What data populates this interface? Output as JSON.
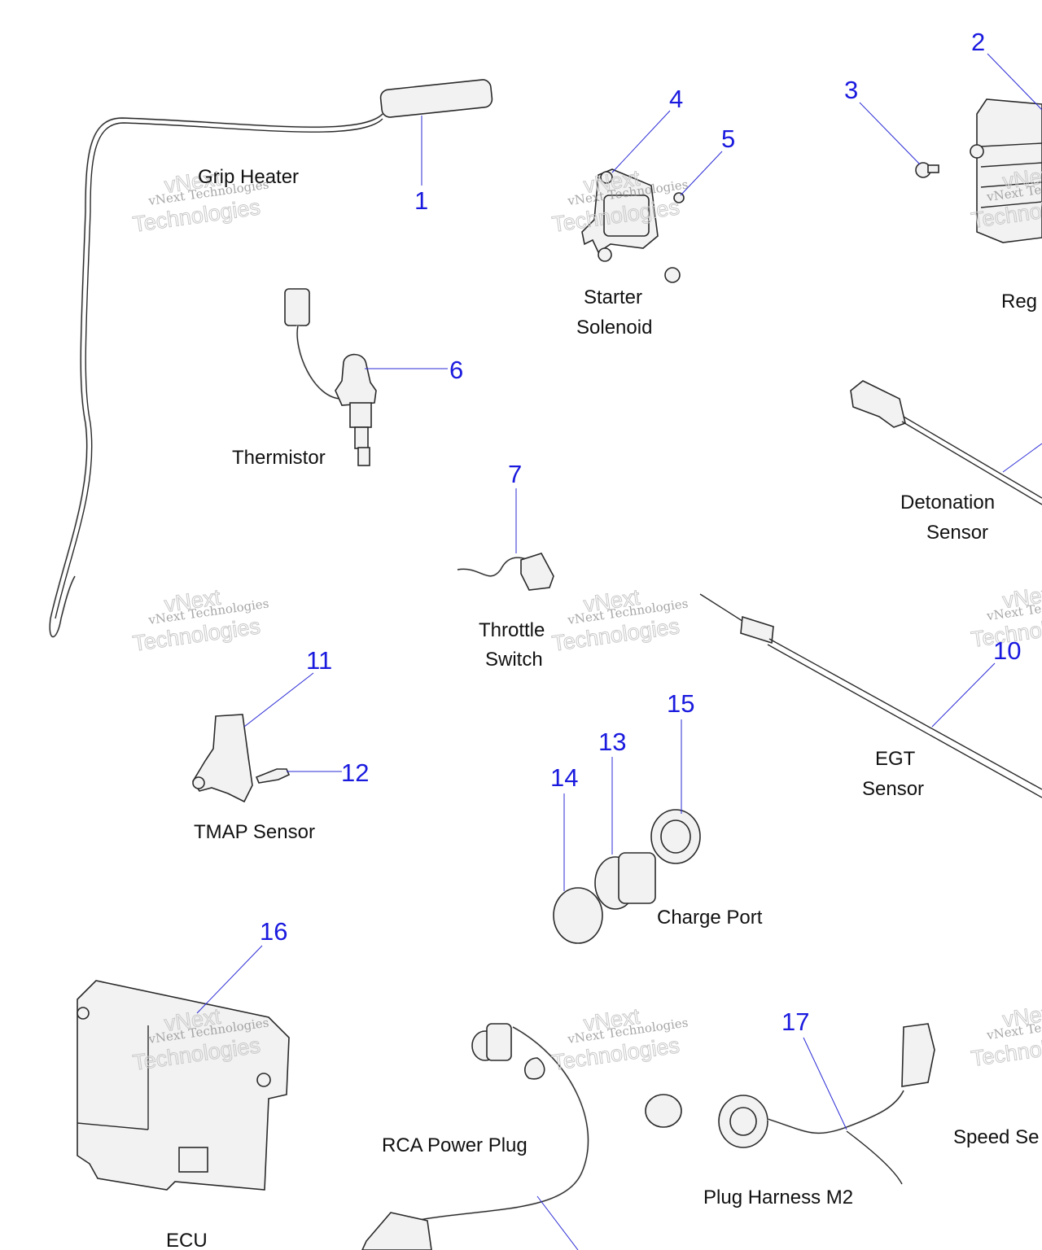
{
  "labels": {
    "grip_heater": "Grip Heater",
    "starter_solenoid_1": "Starter",
    "starter_solenoid_2": "Solenoid",
    "regulator_partial": "Reg",
    "thermistor": "Thermistor",
    "detonation_sensor_1": "Detonation",
    "detonation_sensor_2": "Sensor",
    "throttle_switch_1": "Throttle",
    "throttle_switch_2": "Switch",
    "egt_sensor_1": "EGT",
    "egt_sensor_2": "Sensor",
    "tmap_sensor": "TMAP Sensor",
    "charge_port": "Charge Port",
    "rca_power_plug": "RCA Power Plug",
    "plug_harness_m2": "Plug Harness M2",
    "speed_sensor_partial": "Speed Se",
    "ecu": "ECU"
  },
  "callouts": {
    "n1": "1",
    "n2": "2",
    "n3": "3",
    "n4": "4",
    "n5": "5",
    "n6": "6",
    "n7": "7",
    "n10": "10",
    "n11": "11",
    "n12": "12",
    "n13": "13",
    "n14": "14",
    "n15": "15",
    "n16": "16",
    "n17": "17"
  },
  "watermark": {
    "line1": "vNext Technologies",
    "line2": "vNext",
    "line3": "Technologies"
  },
  "colors": {
    "callout": "#1a1adf",
    "label": "#111111"
  }
}
